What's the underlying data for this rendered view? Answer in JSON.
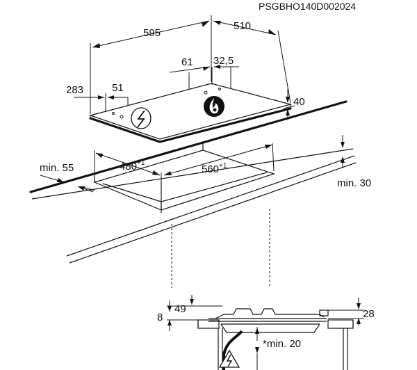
{
  "document_code": "PSGBHO140D002024",
  "hob": {
    "width": "595",
    "depth": "510",
    "burner_offset_x": "61",
    "burner_offset_y": "32,5",
    "side_offset_x": "283",
    "side_offset_y": "51",
    "height": "40"
  },
  "cutout": {
    "depth": "480",
    "depth_tolerance": "+1",
    "width": "560",
    "width_tolerance": "+1",
    "front_clearance": "min. 55",
    "side_clearance": "min. 30"
  },
  "section": {
    "left_height": "8",
    "left_offset": "49",
    "right_height": "28",
    "bottom_clearance": "*min. 20"
  },
  "icons": {
    "electric": "electric-warning-icon",
    "gas": "gas-flame-icon"
  }
}
